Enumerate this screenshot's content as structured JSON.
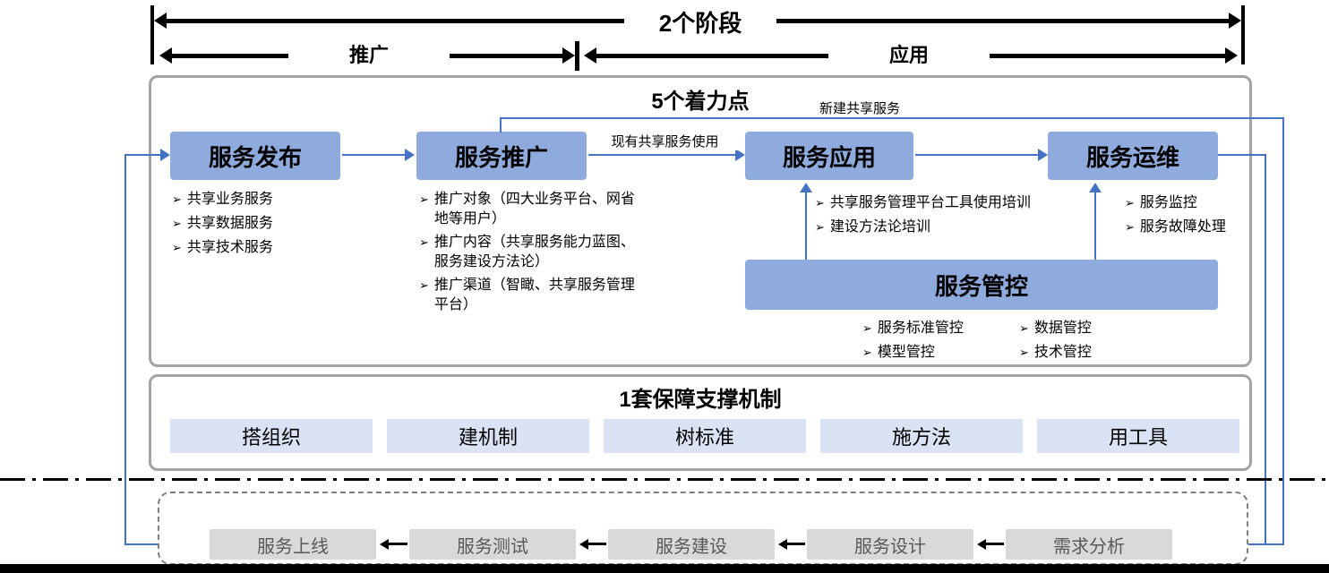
{
  "colors": {
    "box_blue": "#8faadc",
    "light_blue": "#dae3f3",
    "gray_box": "#d9d9d9",
    "line_blue": "#4472c4",
    "border_gray": "#a3a3a3"
  },
  "icons": {
    "bullet": "➢"
  },
  "stages": {
    "title": "2个阶段",
    "left_label": "推广",
    "right_label": "应用"
  },
  "focus": {
    "title": "5个着力点",
    "new_service_label": "新建共享服务",
    "existing_service_label": "现有共享服务使用",
    "publish": {
      "label": "服务发布",
      "bullets": [
        "共享业务服务",
        "共享数据服务",
        "共享技术服务"
      ]
    },
    "promote": {
      "label": "服务推广",
      "bullets": [
        "推广对象（四大业务平台、网省地等用户）",
        "推广内容（共享服务能力蓝图、服务建设方法论）",
        "推广渠道（智瞰、共享服务管理平台）"
      ]
    },
    "apply": {
      "label": "服务应用",
      "bullets": [
        "共享服务管理平台工具使用培训",
        "建设方法论培训"
      ]
    },
    "operate": {
      "label": "服务运维",
      "bullets": [
        "服务监控",
        "服务故障处理"
      ]
    },
    "control": {
      "label": "服务管控",
      "col1": [
        "服务标准管控",
        "模型管控"
      ],
      "col2": [
        "数据管控",
        "技术管控"
      ]
    }
  },
  "mechanism": {
    "title": "1套保障支撑机制",
    "items": [
      "搭组织",
      "建机制",
      "树标准",
      "施方法",
      "用工具"
    ]
  },
  "pipeline": {
    "items": [
      "服务上线",
      "服务测试",
      "服务建设",
      "服务设计",
      "需求分析"
    ]
  }
}
